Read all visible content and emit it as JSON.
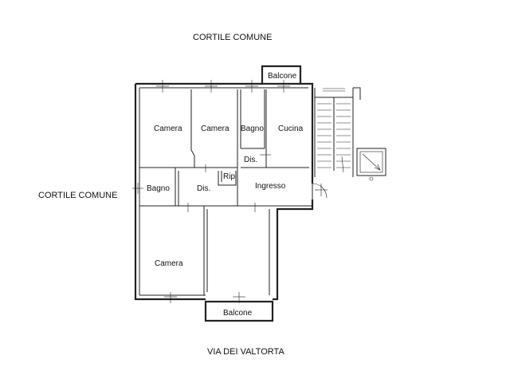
{
  "labels": {
    "cortile_top": "CORTILE COMUNE",
    "cortile_left": "CORTILE COMUNE",
    "street": "VIA DEI VALTORTA",
    "balcone_top": "Balcone",
    "balcone_bottom": "Balcone",
    "camera_1": "Camera",
    "camera_2": "Camera",
    "camera_3": "Camera",
    "bagno_1": "Bagno",
    "bagno_2": "Bagno",
    "cucina": "Cucina",
    "dis_1": "Dis.",
    "dis_2": "Dis.",
    "rip": "Rip",
    "ingresso": "Ingresso"
  },
  "colors": {
    "line": "#222222",
    "background": "#ffffff"
  }
}
